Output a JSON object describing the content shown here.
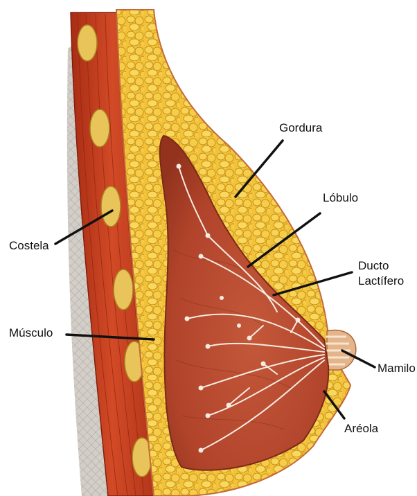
{
  "labels": {
    "gordura": "Gordura",
    "lobulo": "Lóbulo",
    "ducto_line1": "Ducto",
    "ducto_line2": "Lactífero",
    "costela": "Costela",
    "musculo": "Músculo",
    "mamilo": "Mamilo",
    "areola": "Aréola"
  },
  "colors": {
    "fat": "#f2c33a",
    "fat_outline": "#c98f16",
    "muscle": "#c23a1c",
    "muscle_dark": "#9e2a12",
    "gland": "#b2452a",
    "rib": "#e8c45a",
    "chest_wall": "#cfcac4",
    "duct": "#f6ece2",
    "leader_line": "#111111"
  }
}
